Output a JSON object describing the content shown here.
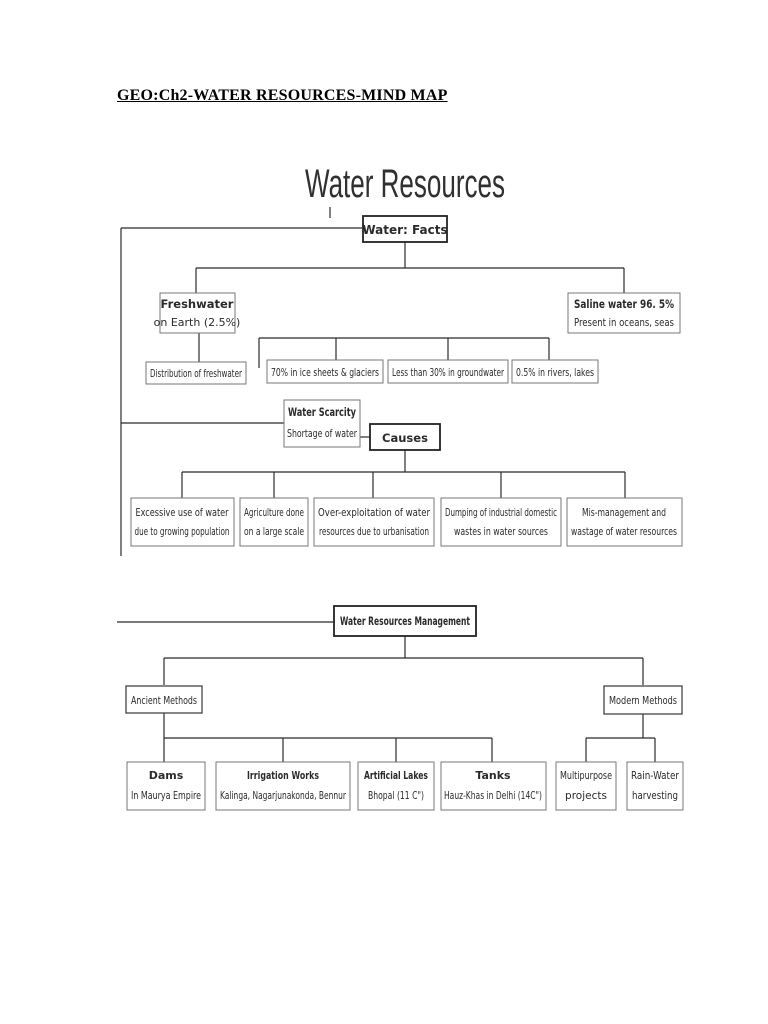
{
  "document": {
    "title": "GEO:Ch2-WATER RESOURCES-MIND MAP"
  },
  "diagram": {
    "title": "Water Resources",
    "facts": {
      "label": "Water: Facts",
      "freshwater": {
        "title": "Freshwater",
        "subtitle": "on Earth (2.5%)"
      },
      "saline": {
        "title": "Saline water 96. 5%",
        "subtitle": "Present in oceans, seas"
      },
      "distribution": "Distribution of freshwater",
      "dist_items": [
        "70% in ice sheets & glaciers",
        "Less than 30% in groundwater",
        "0.5% in rivers, lakes"
      ]
    },
    "scarcity": {
      "title": "Water Scarcity",
      "subtitle": "Shortage of water",
      "causes_label": "Causes",
      "causes": [
        {
          "line1": "Excessive use of water",
          "line2": "due to growing population"
        },
        {
          "line1": "Agriculture done",
          "line2": "on a large scale"
        },
        {
          "line1": "Over-exploitation of water",
          "line2": "resources due to urbanisation"
        },
        {
          "line1": "Dumping of industrial domestic",
          "line2": "wastes in water sources"
        },
        {
          "line1": "Mis-management and",
          "line2": "wastage of water resources"
        }
      ]
    },
    "management": {
      "label": "Water Resources Management",
      "ancient": {
        "label": "Ancient Methods",
        "items": [
          {
            "title": "Dams",
            "subtitle": "In Maurya Empire"
          },
          {
            "title": "Irrigation Works",
            "subtitle": "Kalinga, Nagarjunakonda, Bennur"
          },
          {
            "title": "Artificial Lakes",
            "subtitle": "Bhopal (11 C\")"
          },
          {
            "title": "Tanks",
            "subtitle": "Hauz-Khas in Delhi (14C\")"
          }
        ]
      },
      "modern": {
        "label": "Modern Methods",
        "items": [
          {
            "line1": "Multipurpose",
            "line2": "projects"
          },
          {
            "line1": "Rain-Water",
            "line2": "harvesting"
          }
        ]
      }
    }
  }
}
